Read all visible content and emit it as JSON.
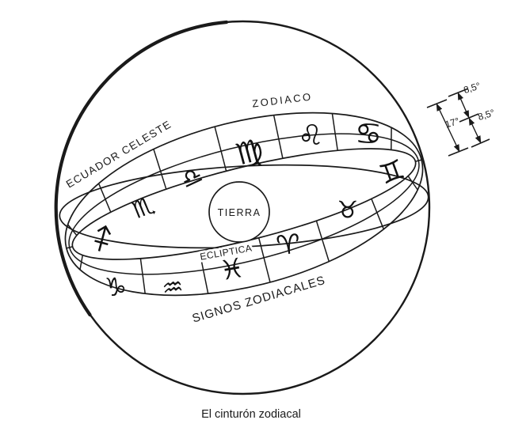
{
  "caption": "El cinturón zodiacal",
  "labels": {
    "celestial_equator": "ECUADOR CELESTE",
    "zodiac": "ZODIACO",
    "earth": "TIERRA",
    "ecliptic": "ECLIPTICA",
    "zodiac_signs": "SIGNOS ZODIACALES"
  },
  "dimensions": {
    "upper_half_width": "8,5°",
    "lower_half_width": "8,5°",
    "total_width": "17°"
  },
  "signs": [
    {
      "name": "aries",
      "symbol": "♈"
    },
    {
      "name": "taurus",
      "symbol": "♉"
    },
    {
      "name": "gemini",
      "symbol": "♊"
    },
    {
      "name": "cancer",
      "symbol": "♋"
    },
    {
      "name": "leo",
      "symbol": "♌"
    },
    {
      "name": "virgo",
      "symbol": "♍"
    },
    {
      "name": "libra",
      "symbol": "♎"
    },
    {
      "name": "scorpio",
      "symbol": "♏"
    },
    {
      "name": "sagittarius",
      "symbol": "♐"
    },
    {
      "name": "capricorn",
      "symbol": "♑"
    },
    {
      "name": "aquarius",
      "symbol": "♒"
    },
    {
      "name": "pisces",
      "symbol": "♓"
    }
  ],
  "colors": {
    "ink": "#1a1a1a",
    "background": "#ffffff"
  }
}
